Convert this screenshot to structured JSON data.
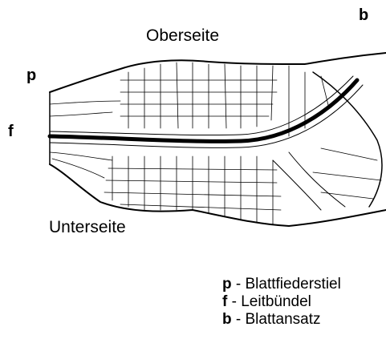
{
  "labels": {
    "oberseite": "Oberseite",
    "unterseite": "Unterseite",
    "p": "p",
    "f": "f",
    "b": "b"
  },
  "legend": [
    {
      "key": "p",
      "text": " - Blattfiederstiel"
    },
    {
      "key": "f",
      "text": "  - Leitbündel"
    },
    {
      "key": "b",
      "text": " - Blattansatz"
    }
  ]
}
